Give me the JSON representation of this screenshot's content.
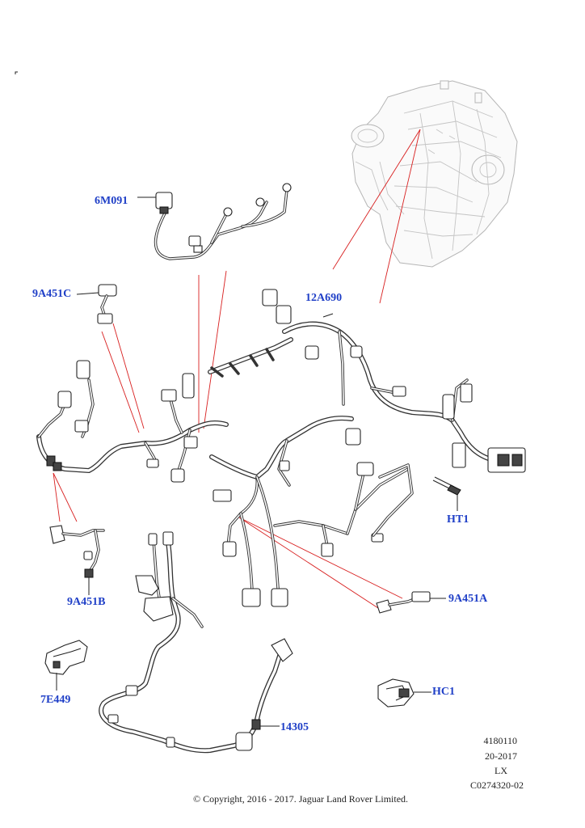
{
  "parts": [
    {
      "id": "6M091",
      "label": "6M091"
    },
    {
      "id": "9A451C",
      "label": "9A451C"
    },
    {
      "id": "12A690",
      "label": "12A690"
    },
    {
      "id": "HT1",
      "label": "HT1"
    },
    {
      "id": "9A451B",
      "label": "9A451B"
    },
    {
      "id": "9A451A",
      "label": "9A451A"
    },
    {
      "id": "7E449",
      "label": "7E449"
    },
    {
      "id": "HC1",
      "label": "HC1"
    },
    {
      "id": "14305",
      "label": "14305"
    }
  ],
  "reference": {
    "line1": "4180110",
    "line2": "20-2017",
    "line3": "LX",
    "line4": "C0274320-02"
  },
  "copyright": "© Copyright, 2016 - 2017. Jaguar Land Rover Limited.",
  "colors": {
    "label": "#1f3fc7",
    "callout_line": "#d81f1f",
    "line_art": "#222222"
  }
}
